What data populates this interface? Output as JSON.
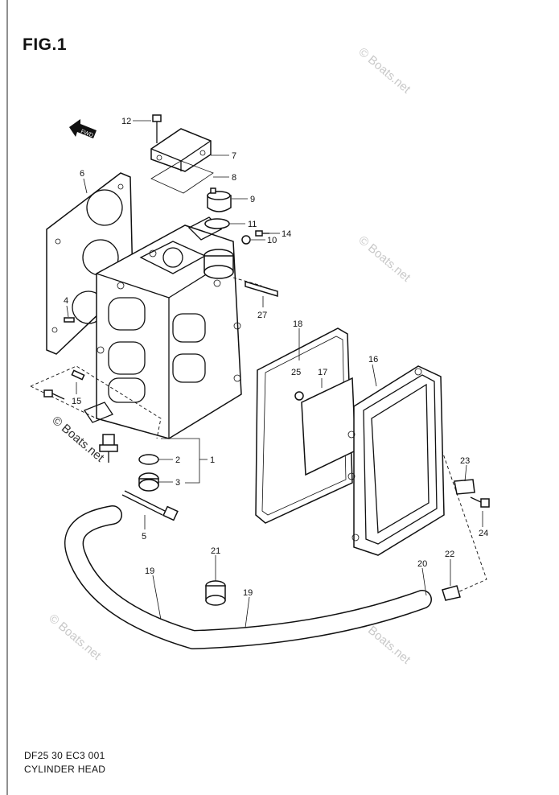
{
  "figure": {
    "title": "FIG.1"
  },
  "footer": {
    "code": "DF25 30 EC3  001",
    "name": "CYLINDER HEAD"
  },
  "watermark": {
    "text": "© Boats.net"
  },
  "fwd_arrow": {
    "text": "FWD"
  },
  "callouts": [
    {
      "id": "c1",
      "label": "1"
    },
    {
      "id": "c2",
      "label": "2"
    },
    {
      "id": "c3",
      "label": "3"
    },
    {
      "id": "c4",
      "label": "4"
    },
    {
      "id": "c5",
      "label": "5"
    },
    {
      "id": "c6",
      "label": "6"
    },
    {
      "id": "c7",
      "label": "7"
    },
    {
      "id": "c8",
      "label": "8"
    },
    {
      "id": "c9",
      "label": "9"
    },
    {
      "id": "c10",
      "label": "10"
    },
    {
      "id": "c11",
      "label": "11"
    },
    {
      "id": "c12",
      "label": "12"
    },
    {
      "id": "c14",
      "label": "14"
    },
    {
      "id": "c15",
      "label": "15"
    },
    {
      "id": "c16",
      "label": "16"
    },
    {
      "id": "c17",
      "label": "17"
    },
    {
      "id": "c18",
      "label": "18"
    },
    {
      "id": "c19a",
      "label": "19"
    },
    {
      "id": "c19b",
      "label": "19"
    },
    {
      "id": "c20",
      "label": "20"
    },
    {
      "id": "c21",
      "label": "21"
    },
    {
      "id": "c22",
      "label": "22"
    },
    {
      "id": "c23",
      "label": "23"
    },
    {
      "id": "c24",
      "label": "24"
    },
    {
      "id": "c25",
      "label": "25"
    },
    {
      "id": "c27",
      "label": "27"
    }
  ]
}
